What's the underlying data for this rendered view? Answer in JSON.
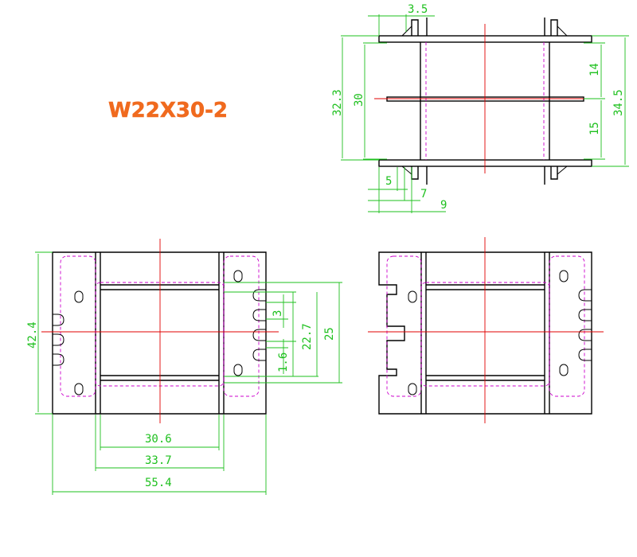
{
  "title": "W22X30-2",
  "colors": {
    "title": "#f06a1e",
    "dimension": "#1ec01e",
    "outline": "#000000",
    "centerline": "#e00000",
    "hidden_line": "#cc00cc"
  },
  "top_view": {
    "flange_thickness": "3.5",
    "overall_height_inner": "32.3",
    "window_height": "30",
    "upper_section": "14",
    "lower_section": "15",
    "overall_height_outer": "34.5",
    "pin_offset_a": "5",
    "pin_offset_b": "7",
    "pin_offset_c": "9"
  },
  "front_view": {
    "overall_height": "42.4",
    "slot_pitch": "3",
    "slot_gap": "1.6",
    "winding_height": "22.7",
    "flange_height": "25",
    "inner_width": "30.6",
    "flange_span": "33.7",
    "overall_width": "55.4"
  }
}
